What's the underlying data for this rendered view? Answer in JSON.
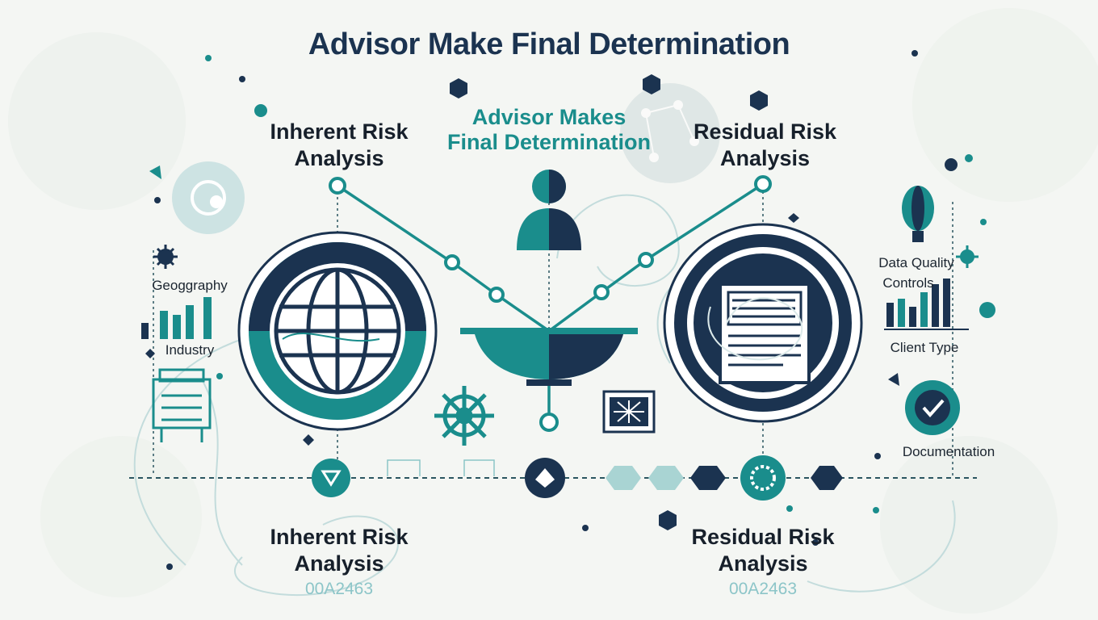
{
  "title": "Advisor Make Final Determination",
  "center_label": {
    "line1": "Advisor Makes",
    "line2": "Final Determination"
  },
  "inherent_top": {
    "line1": "Inherent Risk",
    "line2": "Analysis"
  },
  "residual_top": {
    "line1": "Residual Risk",
    "line2": "Analysis"
  },
  "inherent_bottom": {
    "line1": "Inherent Risk",
    "line2": "Analysis",
    "code": "00A2463"
  },
  "residual_bottom": {
    "line1": "Residual Risk",
    "line2": "Analysis",
    "code": "00A2463"
  },
  "left_factors": [
    "Geoggraphy",
    "Industry"
  ],
  "right_factors": [
    "Data Quality",
    "Controls",
    "Client Type",
    "Documentation"
  ],
  "colors": {
    "teal": "#1a8d8c",
    "navy": "#1b3350",
    "light_teal": "#a9d4d3",
    "background": "#f4f6f3"
  }
}
